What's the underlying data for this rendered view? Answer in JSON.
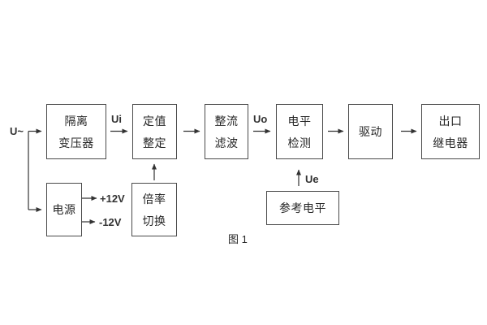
{
  "figure": {
    "caption": "图 1",
    "source_label": "U~",
    "signals": {
      "ui": "Ui",
      "uo": "Uo",
      "ue": "Ue"
    },
    "power_rails": {
      "positive": "+12V",
      "negative": "-12V"
    },
    "blocks": {
      "isolation_transformer": {
        "line1": "隔离",
        "line2": "变压器"
      },
      "setpoint_adjust": {
        "line1": "定值",
        "line2": "整定"
      },
      "rectifier_filter": {
        "line1": "整流",
        "line2": "滤波"
      },
      "level_detector": {
        "line1": "电平",
        "line2": "检测"
      },
      "driver": {
        "line1": "驱动"
      },
      "output_relay": {
        "line1": "出口",
        "line2": "继电器"
      },
      "power_supply": {
        "line1": "电源"
      },
      "ratio_switch": {
        "line1": "倍率",
        "line2": "切换"
      },
      "reference_level": {
        "line1": "参考电平"
      }
    },
    "colors": {
      "background": "#ffffff",
      "box_border": "#4a4a4a",
      "text": "#262626",
      "wire": "#333333"
    }
  }
}
